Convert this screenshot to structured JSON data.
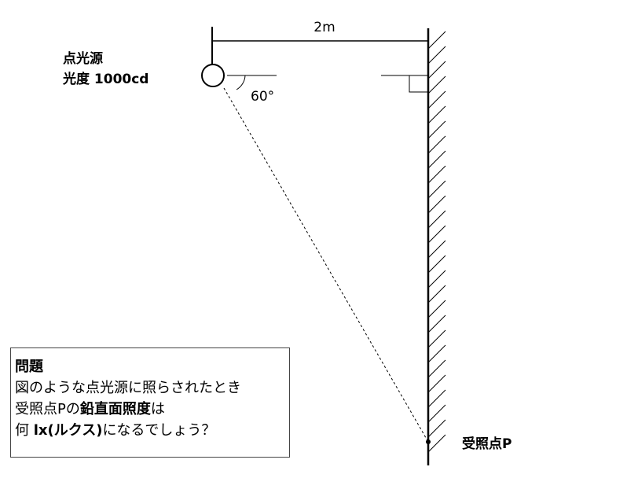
{
  "diagram": {
    "distance_label": "2m",
    "angle_label": "60°",
    "source_line1": "点光源",
    "source_line2": "光度 1000cd",
    "point_label": "受照点P"
  },
  "problem": {
    "heading": "問題",
    "line1": "図のような点光源に照らされたとき",
    "line2_prefix": "受照点Pの",
    "line2_bold": "鉛直面照度",
    "line2_suffix": "は",
    "line3_prefix": "何 ",
    "line3_bold": "lx(ルクス)",
    "line3_suffix": "になるでしょう？"
  },
  "colors": {
    "line": "#000000",
    "border": "#444444",
    "background": "#ffffff"
  }
}
